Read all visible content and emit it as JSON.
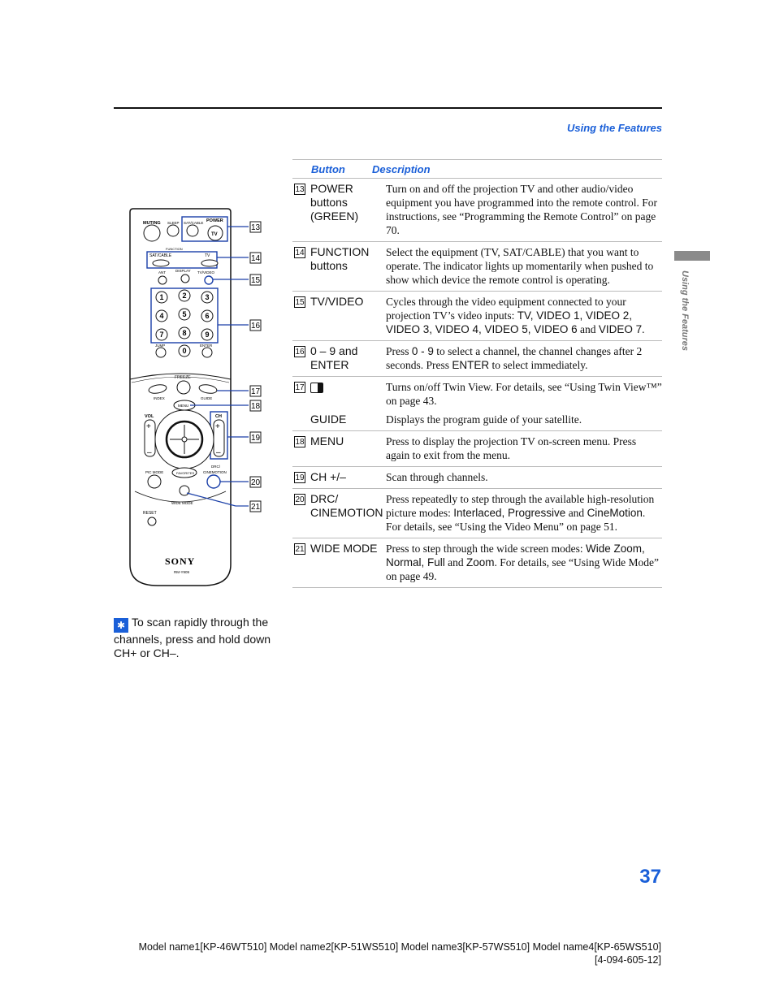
{
  "header": {
    "section": "Using the Features",
    "side_tab": "Using the Features"
  },
  "table": {
    "col_button": "Button",
    "col_description": "Description",
    "rows": [
      {
        "num": "13",
        "button": "POWER buttons (GREEN)",
        "description": "Turn on and off the projection TV and other audio/video equipment you have programmed into the remote control. For instructions, see “Programming the Remote Control” on page 70."
      },
      {
        "num": "14",
        "button": "FUNCTION buttons",
        "description": "Select the equipment (TV, SAT/CABLE) that you want to operate. The indicator lights up momentarily when pushed to show which device the remote control is operating."
      },
      {
        "num": "15",
        "button": "TV/VIDEO",
        "desc_a": "Cycles through the video equipment connected to your projection TV’s video inputs: ",
        "desc_b": "TV, VIDEO 1, VIDEO 2, VIDEO 3, VIDEO 4, VIDEO 5, VIDEO 6",
        "desc_c": " and ",
        "desc_d": "VIDEO 7",
        "desc_e": "."
      },
      {
        "num": "16",
        "button": "0 – 9 and ENTER",
        "desc_a": "Press ",
        "desc_b": "0 - 9",
        "desc_c": " to select a channel, the channel changes after 2 seconds. Press ",
        "desc_d": "ENTER",
        "desc_e": " to select immediately."
      },
      {
        "num": "17",
        "description": "Turns on/off Twin View. For details, see “Using Twin View™” on page 43."
      },
      {
        "button": "GUIDE",
        "description": "Displays the program guide of your satellite."
      },
      {
        "num": "18",
        "button": "MENU",
        "description": "Press to display the projection TV on-screen menu. Press again to exit from the menu."
      },
      {
        "num": "19",
        "button": "CH +/–",
        "description": "Scan through channels."
      },
      {
        "num": "20",
        "button": "DRC/ CINEMOTION",
        "desc_a": "Press repeatedly to step through the available high-resolution picture modes: ",
        "desc_b": "Interlaced, Progressive",
        "desc_c": " and ",
        "desc_d": "CineMotion",
        "desc_e": ". For details, see “Using the Video Menu” on page 51."
      },
      {
        "num": "21",
        "button": "WIDE MODE",
        "desc_a": "Press to step through the wide screen modes: ",
        "desc_b": "Wide Zoom, Normal, Full",
        "desc_c": " and ",
        "desc_d": "Zoom",
        "desc_e": ". For details, see “Using Wide Mode” on page 49."
      }
    ]
  },
  "remote": {
    "muting": "MUTING",
    "sleep": "SLEEP",
    "sat_cable_top": "SAT/CABLE",
    "power": "POWER",
    "tv": "TV",
    "function": "FUNCTION",
    "sat_cable": "SAT/CABLE",
    "tv_func": "TV",
    "ant": "ANT",
    "display": "DISPLAY",
    "tv_video": "TV/VIDEO",
    "digits": [
      "1",
      "2",
      "3",
      "4",
      "5",
      "6",
      "7",
      "8",
      "9",
      "0"
    ],
    "jump": "JUMP",
    "enter": "ENTER",
    "freeze": "FREEZE",
    "index": "INDEX",
    "guide": "GUIDE",
    "menu": "MENU",
    "vol": "VOL",
    "ch": "CH",
    "plus": "+",
    "minus": "–",
    "pic_mode": "PIC MODE",
    "favorites": "FAVORITES",
    "drc": "DRC/",
    "cinemotion": "CINEMOTION",
    "wide_mode": "WIDE MODE",
    "reset": "RESET",
    "brand": "SONY",
    "model": "RM-Y909",
    "callouts": [
      "13",
      "14",
      "15",
      "16",
      "17",
      "18",
      "19",
      "20",
      "21"
    ]
  },
  "tip": {
    "text": "To scan rapidly through the channels, press and hold down CH+ or CH–."
  },
  "page_number": "37",
  "footer": {
    "line1": "Model name1[KP-46WT510] Model name2[KP-51WS510] Model name3[KP-57WS510] Model name4[KP-65WS510]",
    "line2": "[4-094-605-12]"
  }
}
